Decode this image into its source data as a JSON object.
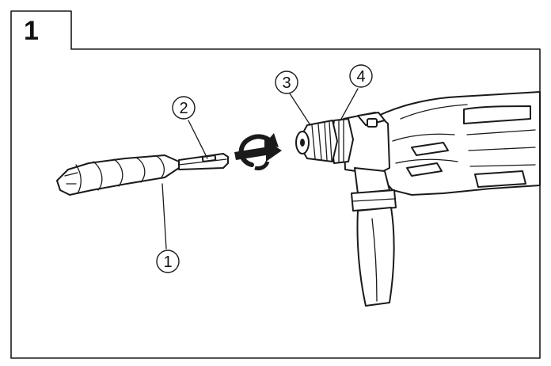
{
  "figure": {
    "step_number": "1",
    "callouts": [
      {
        "id": "1",
        "part": "drill-bit-body"
      },
      {
        "id": "2",
        "part": "bit-shank-groove"
      },
      {
        "id": "3",
        "part": "chuck-cover"
      },
      {
        "id": "4",
        "part": "chuck-ring"
      }
    ],
    "icons": [
      "rotate-arrow-icon",
      "insert-arrow-icon"
    ],
    "colors": {
      "line": "#1a1a1a",
      "background": "#ffffff"
    }
  }
}
